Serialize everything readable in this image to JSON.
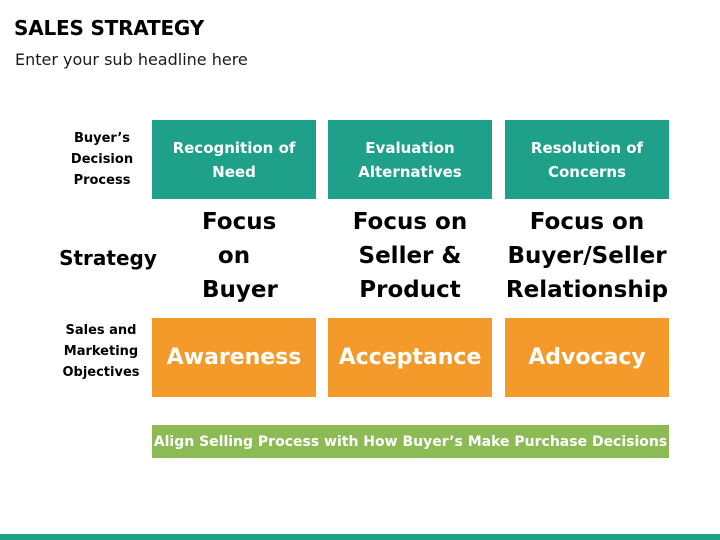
{
  "header": {
    "title": "SALES STRATEGY",
    "subtitle": "Enter your sub headline here"
  },
  "row_labels": {
    "decision": "Buyer’s Decision Process",
    "strategy": "Strategy",
    "objectives": "Sales and Marketing Objectives"
  },
  "decision_boxes": [
    "Recognition of Need",
    "Evaluation Alternatives",
    "Resolution of Concerns"
  ],
  "strategies": [
    "Focus on Buyer",
    "Focus on Seller & Product",
    "Focus on Buyer/Seller Relationship"
  ],
  "objective_boxes": [
    "Awareness",
    "Acceptance",
    "Advocacy"
  ],
  "banner": "Align Selling Process with How Buyer’s Make Purchase Decisions",
  "colors": {
    "teal": "#1fa088",
    "orange": "#f39a2a",
    "green": "#8cbb56"
  }
}
